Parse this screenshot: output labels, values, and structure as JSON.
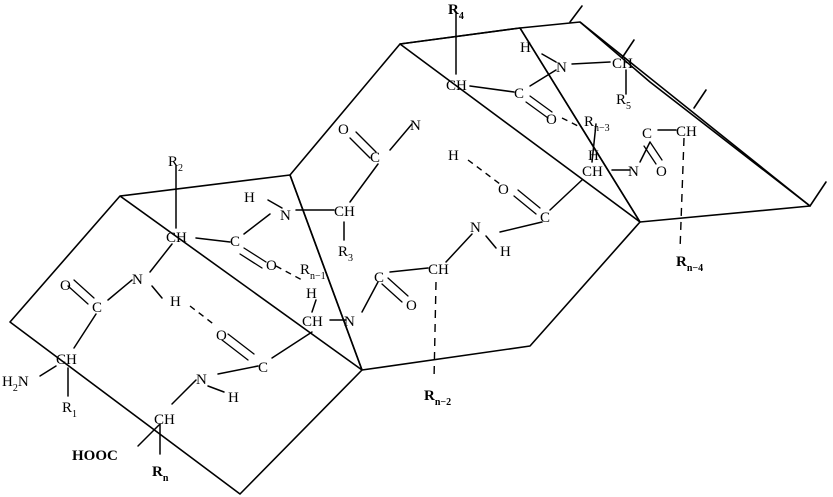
{
  "structure": {
    "atoms": [
      {
        "id": "R4",
        "t": "R",
        "s": "4"
      },
      {
        "id": "H_top",
        "t": "H"
      },
      {
        "id": "N_top",
        "t": "N"
      },
      {
        "id": "CH_top",
        "t": "CH"
      },
      {
        "id": "R5",
        "t": "R",
        "s": "5"
      },
      {
        "id": "CH_a",
        "t": "CH"
      },
      {
        "id": "C_a",
        "t": "C"
      },
      {
        "id": "O_a",
        "t": "O"
      },
      {
        "id": "Rn3",
        "t": "R",
        "s": "n−3"
      },
      {
        "id": "H_n3",
        "t": "H"
      },
      {
        "id": "C_b",
        "t": "C"
      },
      {
        "id": "O_b",
        "t": "O"
      },
      {
        "id": "CH_b",
        "t": "CH"
      },
      {
        "id": "CH_c",
        "t": "CH"
      },
      {
        "id": "N_c",
        "t": "N"
      },
      {
        "id": "Rn4",
        "t": "R",
        "s": "n−4"
      },
      {
        "id": "O_d",
        "t": "O"
      },
      {
        "id": "N_d",
        "t": "N"
      },
      {
        "id": "H_d",
        "t": "H"
      },
      {
        "id": "C_d",
        "t": "C"
      },
      {
        "id": "R2",
        "t": "R",
        "s": "2"
      },
      {
        "id": "H_e",
        "t": "H"
      },
      {
        "id": "N_e",
        "t": "N"
      },
      {
        "id": "CH_e",
        "t": "CH"
      },
      {
        "id": "R3",
        "t": "R",
        "s": "3"
      },
      {
        "id": "O_f",
        "t": "O"
      },
      {
        "id": "C_f",
        "t": "C"
      },
      {
        "id": "N_g",
        "t": "N"
      },
      {
        "id": "H_g",
        "t": "H"
      },
      {
        "id": "CH_h",
        "t": "CH"
      },
      {
        "id": "C_h",
        "t": "C"
      },
      {
        "id": "O_h",
        "t": "O"
      },
      {
        "id": "Rn1",
        "t": "R",
        "s": "n−1"
      },
      {
        "id": "H_n1",
        "t": "H"
      },
      {
        "id": "C_i",
        "t": "C"
      },
      {
        "id": "O_i",
        "t": "O"
      },
      {
        "id": "CH_i",
        "t": "CH"
      },
      {
        "id": "CH_j",
        "t": "CH"
      },
      {
        "id": "N_j",
        "t": "N"
      },
      {
        "id": "O_k",
        "t": "O"
      },
      {
        "id": "C_k",
        "t": "C"
      },
      {
        "id": "N_k",
        "t": "N"
      },
      {
        "id": "H_k",
        "t": "H"
      },
      {
        "id": "O_l",
        "t": "O"
      },
      {
        "id": "C_l",
        "t": "C"
      },
      {
        "id": "N_l",
        "t": "N"
      },
      {
        "id": "H_l",
        "t": "H"
      },
      {
        "id": "Rn2",
        "t": "R",
        "s": "n−2"
      },
      {
        "id": "CH_m",
        "t": "CH"
      },
      {
        "id": "H2N",
        "t": "H",
        "s": "2",
        "tail": "N"
      },
      {
        "id": "R1",
        "t": "R",
        "s": "1"
      },
      {
        "id": "CH_n",
        "t": "CH"
      },
      {
        "id": "HOOC",
        "t": "HOOC"
      },
      {
        "id": "Rn",
        "t": "R",
        "s": "n"
      }
    ]
  }
}
